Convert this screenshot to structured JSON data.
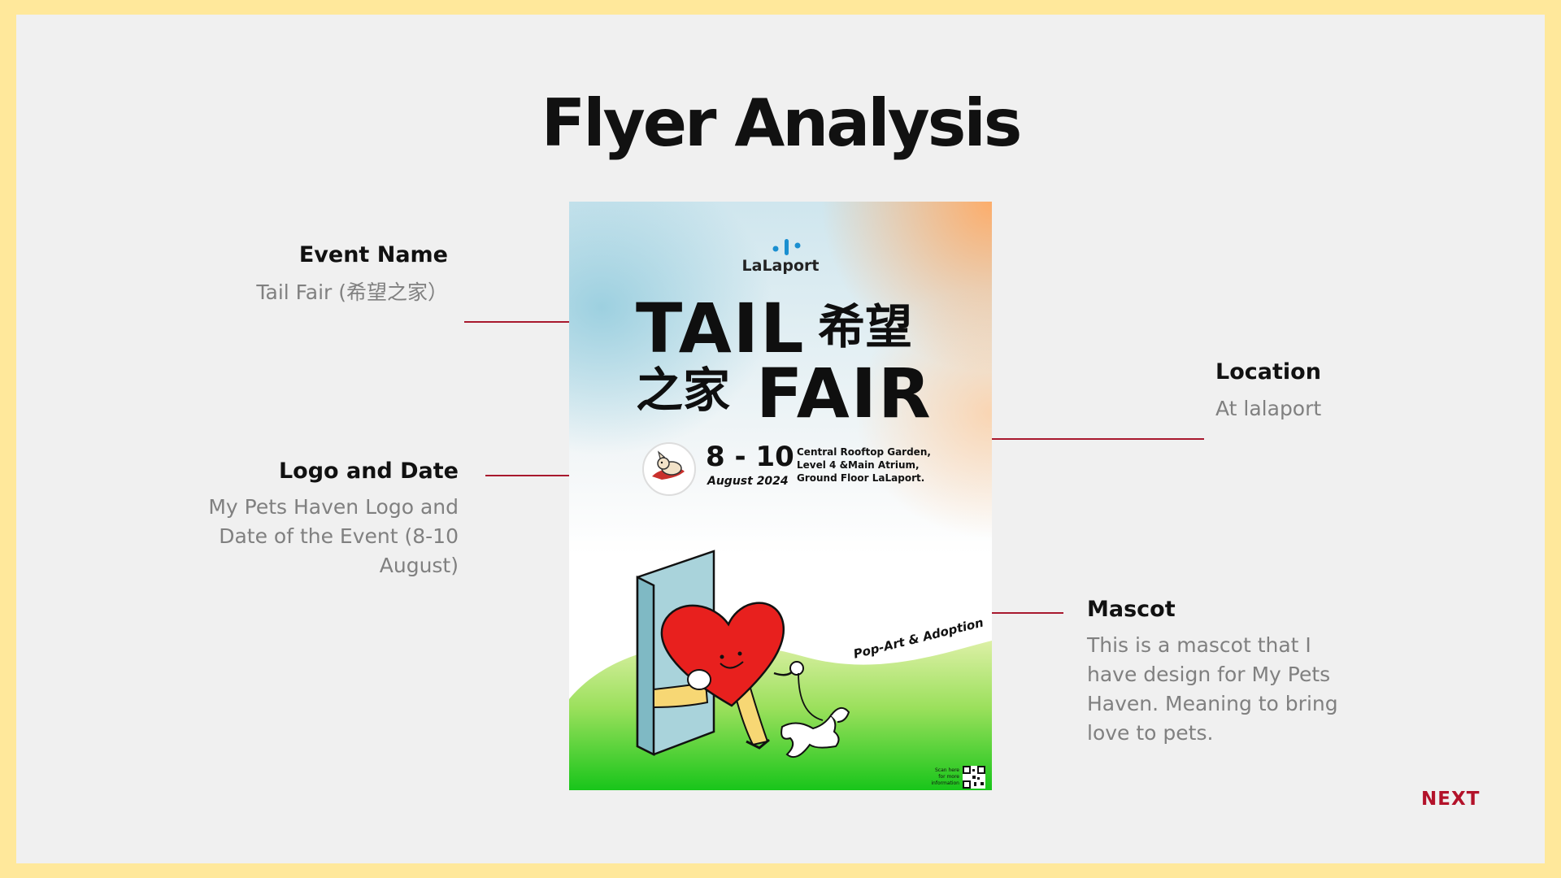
{
  "page": {
    "title": "Flyer Analysis"
  },
  "callouts": {
    "event_name": {
      "title": "Event Name",
      "description": "Tail Fair (希望之家）"
    },
    "logo_and_date": {
      "title": "Logo and Date",
      "description_lines": [
        "My Pets Haven Logo and",
        "Date of the Event (8-10",
        "August)"
      ]
    },
    "location": {
      "title": "Location",
      "description": "At lalaport"
    },
    "mascot": {
      "title": "Mascot",
      "description_lines": [
        "This is a mascot that I",
        "have design for My Pets",
        "Haven. Meaning to bring",
        "love to pets."
      ]
    }
  },
  "flyer": {
    "brand": "LaLaport",
    "title_line1_latin": "TAIL",
    "title_line1_cjk": "希望",
    "title_line2_cjk": "之家",
    "title_line2_latin": "FAIR",
    "date": "8 - 10",
    "month": "August 2024",
    "venue_lines": [
      "Central Rooftop Garden,",
      "Level 4 &Main Atrium,",
      "Ground Floor LaLaport."
    ],
    "tagline": "Pop-Art & Adoption",
    "qr_caption_lines": [
      "Scan here",
      "for more",
      "information"
    ]
  },
  "nav": {
    "next_label": "NEXT"
  },
  "colors": {
    "frame": "#FFE89B",
    "slide": "#F0F0F0",
    "accent": "#A8192E",
    "next": "#B3122A",
    "heart": "#E8201E",
    "grass": "#3FCB2A"
  }
}
